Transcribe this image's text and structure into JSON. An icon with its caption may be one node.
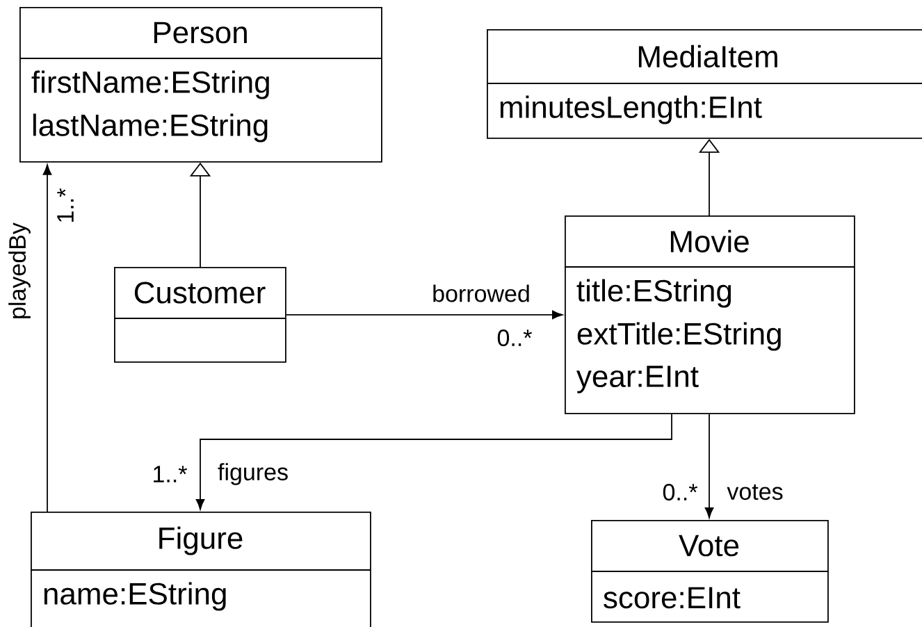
{
  "diagram": {
    "nodes": [
      {
        "text": [
          "Person",
          "firstName:EString",
          "lastName:EString"
        ]
      },
      {
        "text": [
          "MediaItem",
          "minutesLength:EInt"
        ]
      },
      {
        "text": [
          "Customer"
        ]
      },
      {
        "text": [
          "Movie",
          "title:EString",
          "extTitle:EString",
          "year:EInt"
        ]
      },
      {
        "text": [
          "Figure",
          "name:EString"
        ]
      },
      {
        "text": [
          "Vote",
          "score:EInt"
        ]
      }
    ],
    "edges": [
      {
        "from": 2,
        "to": 0,
        "arrow": "to"
      },
      {
        "from": 3,
        "to": 1,
        "arrow": "to"
      },
      {
        "from": 2,
        "to": 3,
        "arrow": "to",
        "label": "borrowed"
      },
      {
        "from": 4,
        "to": 0,
        "arrow": "to",
        "label": "playedBy"
      },
      {
        "from": 3,
        "to": 4,
        "arrow": "to",
        "label": "figures"
      },
      {
        "from": 3,
        "to": 5,
        "arrow": "to",
        "label": "votes"
      }
    ],
    "labels": [
      "1..*",
      "0..*",
      "1..*",
      "0..*"
    ]
  }
}
